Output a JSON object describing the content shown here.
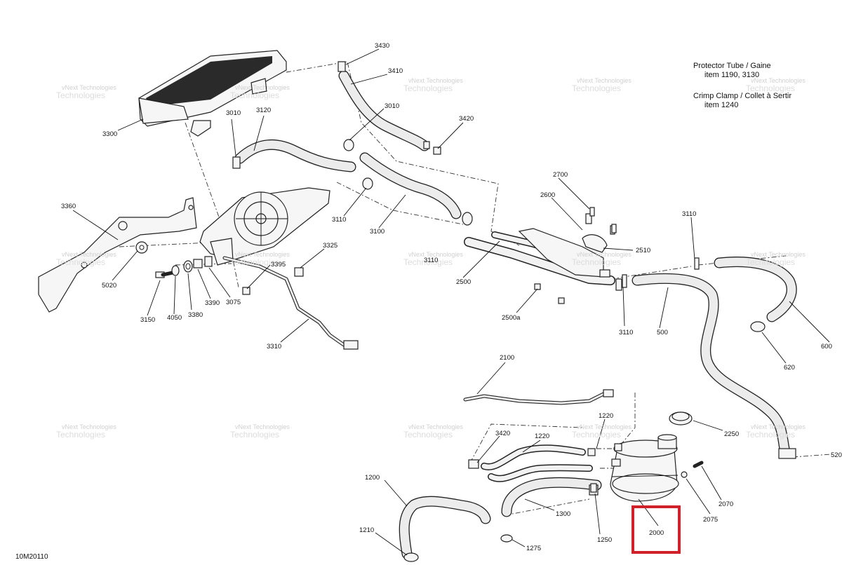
{
  "notes": {
    "protector": {
      "title": "Protector Tube / Gaine",
      "items": "item 1190, 3130"
    },
    "crimp": {
      "title": "Crimp Clamp / Collet à Sertir",
      "items": "item 1240"
    }
  },
  "reference_code": "10M20110",
  "watermark": {
    "line1": "vNext Technologies",
    "line2": "Technologies"
  },
  "highlight": {
    "label": "2000",
    "color": "#d0202a"
  },
  "callouts": {
    "c3430": "3430",
    "c3410": "3410",
    "c3010a": "3010",
    "c3010b": "3010",
    "c3420a": "3420",
    "c3120": "3120",
    "c3300": "3300",
    "c3360": "3360",
    "c5020": "5020",
    "c3110a": "3110",
    "c3100": "3100",
    "c3325": "3325",
    "c3395": "3395",
    "c3150": "3150",
    "c4050": "4050",
    "c3380": "3380",
    "c3390": "3390",
    "c3075": "3075",
    "c3310": "3310",
    "c3110b": "3110",
    "c2700": "2700",
    "c2600": "2600",
    "c2510": "2510",
    "c2500": "2500",
    "c2500a": "2500a",
    "c3110c": "3110",
    "c3110d": "3110",
    "c500": "500",
    "c600": "600",
    "c620": "620",
    "c2100": "2100",
    "c3420b": "3420",
    "c1220a": "1220",
    "c1220b": "1220",
    "c2250": "2250",
    "c520": "520",
    "c1200": "1200",
    "c1300": "1300",
    "c2070": "2070",
    "c2075": "2075",
    "c1250": "1250",
    "c1210": "1210",
    "c1275": "1275"
  }
}
